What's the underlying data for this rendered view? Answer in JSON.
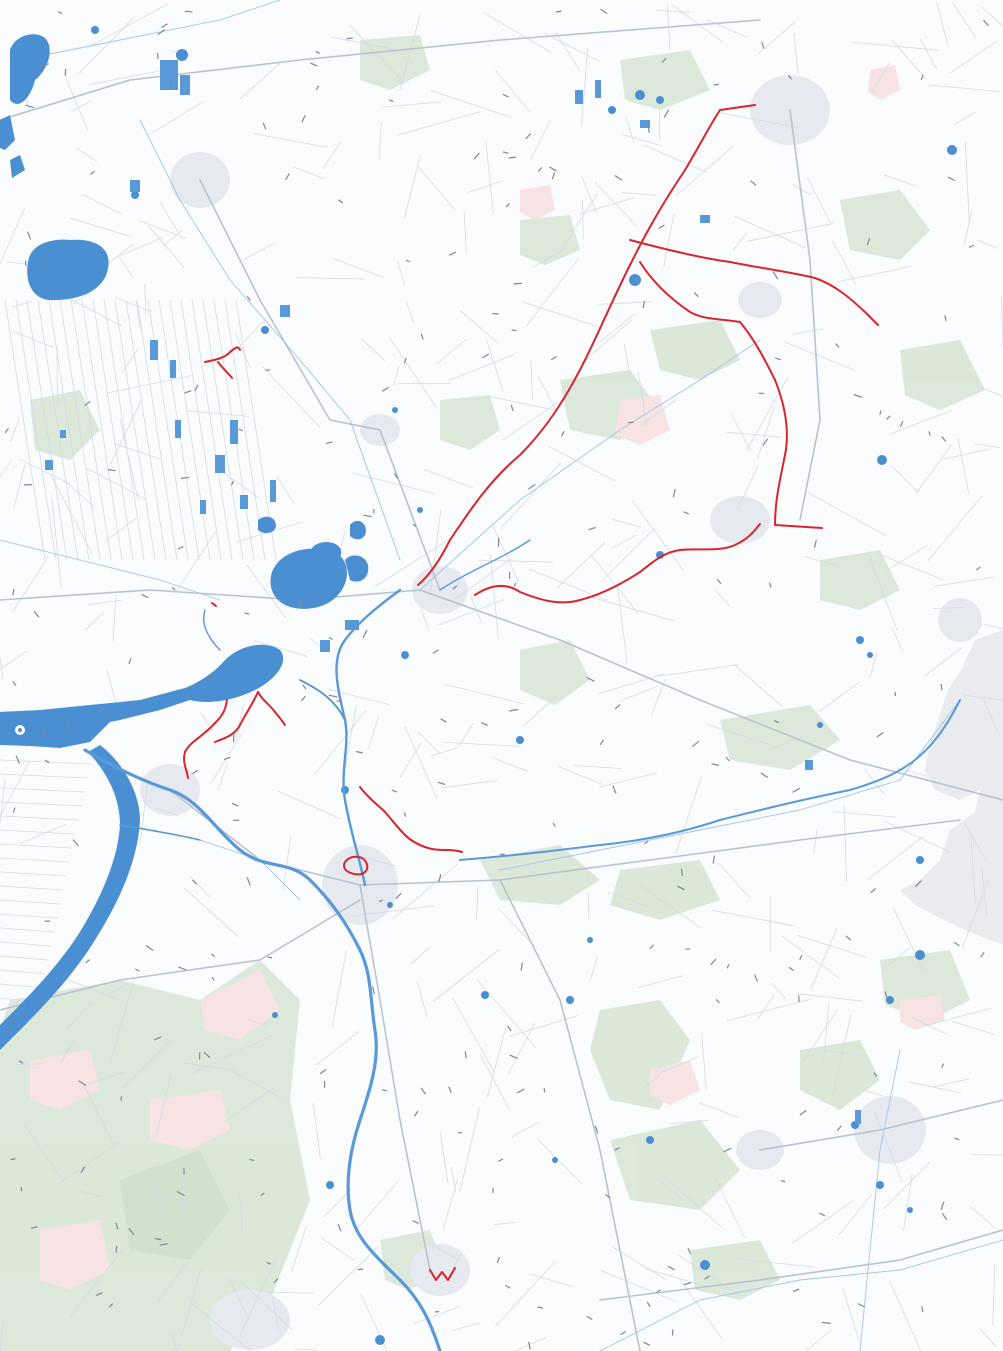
{
  "map": {
    "colors": {
      "background": "#fbfcfd",
      "water": "#4a8fd4",
      "water_light": "#8fc0ea",
      "forest": "#d9e6d6",
      "heath": "#f6e1e1",
      "urban": "#e6e8ee",
      "road_minor": "#d5dbe6",
      "road_major": "#b9c3d2",
      "route": "#d8262c",
      "sea": "#e9ebee"
    },
    "icons": [
      "map-marker-icon"
    ],
    "layers": [
      "water",
      "forest",
      "heath",
      "urban",
      "roads",
      "routes"
    ]
  }
}
